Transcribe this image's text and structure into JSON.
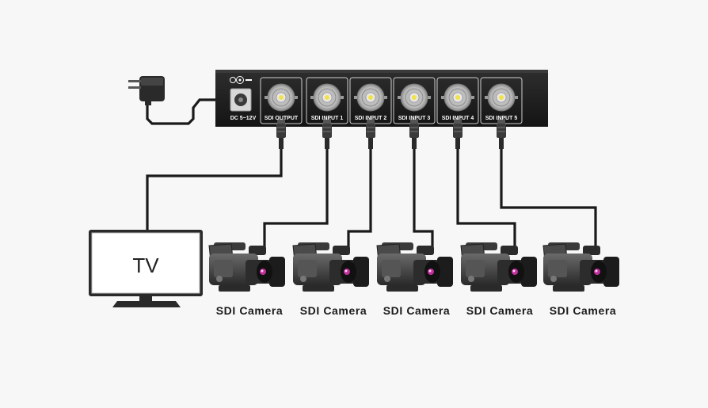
{
  "device": {
    "power_label": "DC 5~12V",
    "ports": [
      {
        "label": "SDI OUTPUT"
      },
      {
        "label": "SDI INPUT 1"
      },
      {
        "label": "SDI INPUT 2"
      },
      {
        "label": "SDI INPUT 3"
      },
      {
        "label": "SDI INPUT 4"
      },
      {
        "label": "SDI INPUT 5"
      }
    ]
  },
  "tv": {
    "label": "TV"
  },
  "cameras": [
    {
      "label": "SDI Camera"
    },
    {
      "label": "SDI Camera"
    },
    {
      "label": "SDI Camera"
    },
    {
      "label": "SDI Camera"
    },
    {
      "label": "SDI Camera"
    }
  ],
  "colors": {
    "device_body": "#1f1f1f",
    "cable": "#1a1a1a",
    "bnc_center": "#f2e24a",
    "background": "#f7f7f7"
  }
}
